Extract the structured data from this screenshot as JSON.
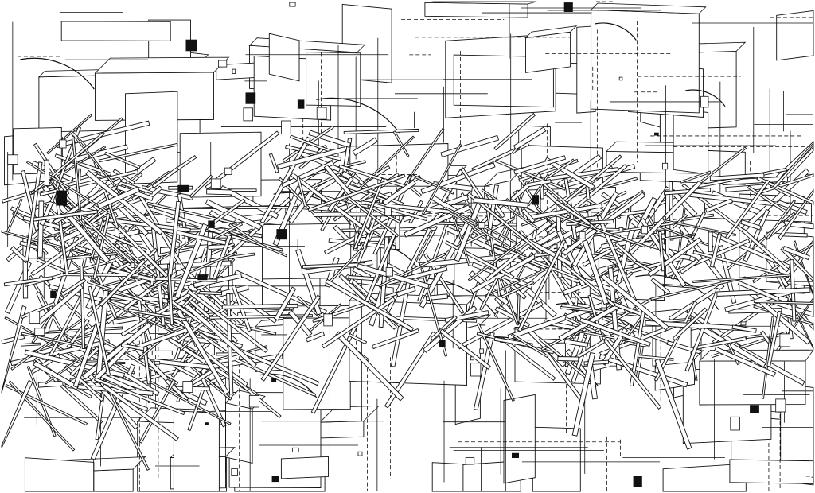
{
  "artwork": {
    "ink_color": "#111111",
    "paper_color": "#ffffff",
    "elements": [
      "beam",
      "plane",
      "box",
      "dashed-line",
      "arc"
    ]
  }
}
